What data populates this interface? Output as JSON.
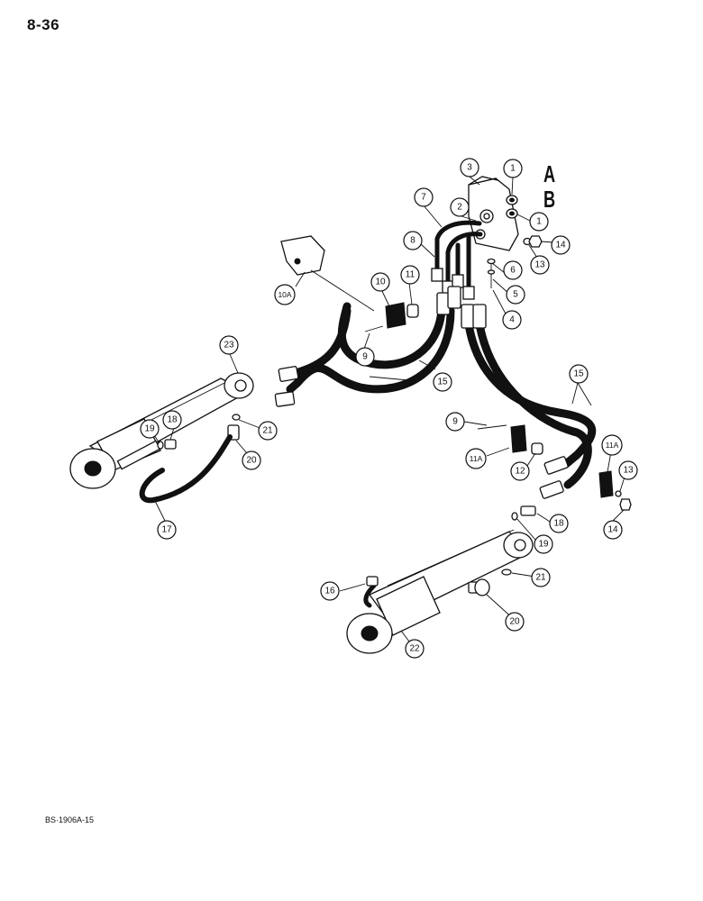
{
  "page": {
    "number": "8-36",
    "ref_code": "BS·1906A-15"
  },
  "port_labels": {
    "a": "A",
    "b": "B"
  },
  "callouts": {
    "c1a": "1",
    "c1b": "1",
    "c2": "2",
    "c3": "3",
    "c4": "4",
    "c5": "5",
    "c6": "6",
    "c7": "7",
    "c8": "8",
    "c9a": "9",
    "c9b": "9",
    "c10": "10",
    "c10a": "10A",
    "c11": "11",
    "c11a": "11A",
    "c11b": "11A",
    "c12": "12",
    "c13a": "13",
    "c13b": "13",
    "c14a": "14",
    "c14b": "14",
    "c15a": "15",
    "c15b": "15",
    "c16": "16",
    "c17": "17",
    "c18a": "18",
    "c18b": "18",
    "c19a": "19",
    "c19b": "19",
    "c20a": "20",
    "c20b": "20",
    "c21a": "21",
    "c21b": "21",
    "c22": "22",
    "c23": "23"
  }
}
